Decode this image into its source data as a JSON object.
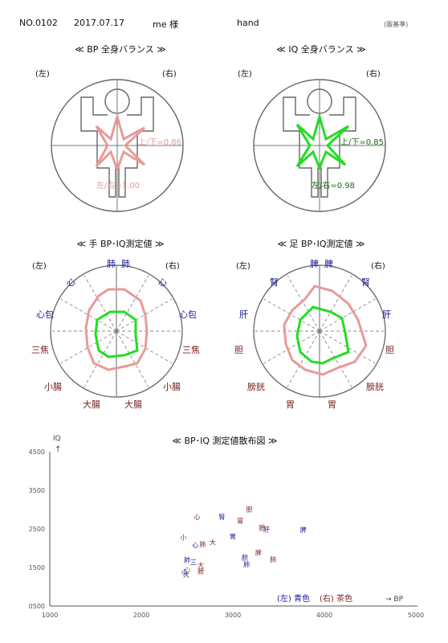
{
  "header": {
    "number": "NO.0102",
    "date": "2017.07.17",
    "name": "me 様",
    "mode": "hand",
    "note": "(贩基準)"
  },
  "balance": {
    "bp_title": "≪ BP 全身バランス ≫",
    "iq_title": "≪ IQ 全身バランス ≫",
    "left": "(左)",
    "right": "(右)",
    "bp_ud": "上/下=0.86",
    "bp_lr": "左/右=1.00",
    "iq_ud": "上/下=0.85",
    "iq_lr": "左/右=0.98",
    "bp_color": "#e89a9a",
    "iq_color": "#22dd22"
  },
  "hand": {
    "title": "≪ 手 BP･IQ測定値 ≫",
    "left": "(左)",
    "right": "(右)",
    "labels_left": [
      "肺",
      "心",
      "心包",
      "三焦",
      "小腸",
      "大腸"
    ],
    "labels_right": [
      "肺",
      "心",
      "心包",
      "三焦",
      "小腸",
      "大腸"
    ]
  },
  "foot": {
    "title": "≪ 足 BP･IQ測定値 ≫",
    "left": "(左)",
    "right": "(右)",
    "labels_left": [
      "脾",
      "腎",
      "肝",
      "胆",
      "膀胱",
      "胃"
    ],
    "labels_right": [
      "脾",
      "腎",
      "肝",
      "胆",
      "膀胱",
      "胃"
    ]
  },
  "scatter": {
    "title": "≪ BP･IQ 測定値散布図 ≫",
    "ylabel": "IQ",
    "ylabel_arrow": "↑",
    "xlabel": "→ BP",
    "legend_left": "(左) 青色",
    "legend_right": "(右) 茶色",
    "colors": {
      "left": "#1a1a99",
      "right": "#7a1f1f"
    },
    "xlim": [
      1000,
      5000
    ],
    "ylim": [
      500,
      4500
    ]
  },
  "chart_data": {
    "type": "scatter",
    "title": "≪ BP･IQ 測定値散布図 ≫",
    "xlabel": "→ BP",
    "ylabel": "IQ",
    "xlim": [
      1000,
      5000
    ],
    "ylim": [
      500,
      4500
    ],
    "xticks": [
      "1000",
      "2000",
      "3000",
      "4000",
      "5000"
    ],
    "yticks": [
      "0500",
      "1500",
      "2500",
      "3500",
      "4500"
    ],
    "series": [
      {
        "name": "(左) 青色",
        "points": [
          {
            "label": "腎",
            "x": 2880,
            "y": 2830
          },
          {
            "label": "肝",
            "x": 3370,
            "y": 2510
          },
          {
            "label": "脾",
            "x": 3770,
            "y": 2500
          },
          {
            "label": "胃",
            "x": 3000,
            "y": 2320
          },
          {
            "label": "心",
            "x": 2590,
            "y": 2100
          },
          {
            "label": "肺",
            "x": 2500,
            "y": 1720
          },
          {
            "label": "肺",
            "x": 3150,
            "y": 1600
          },
          {
            "label": "胆",
            "x": 3130,
            "y": 1780
          },
          {
            "label": "三",
            "x": 2570,
            "y": 1660
          },
          {
            "label": "小",
            "x": 2470,
            "y": 1410
          },
          {
            "label": "大",
            "x": 2490,
            "y": 1330
          }
        ]
      },
      {
        "name": "(右) 茶色",
        "points": [
          {
            "label": "胆",
            "x": 3180,
            "y": 3030
          },
          {
            "label": "心",
            "x": 2610,
            "y": 2830
          },
          {
            "label": "胃",
            "x": 3080,
            "y": 2730
          },
          {
            "label": "膀",
            "x": 3320,
            "y": 2550
          },
          {
            "label": "小",
            "x": 2460,
            "y": 2300
          },
          {
            "label": "肺",
            "x": 2670,
            "y": 2120
          },
          {
            "label": "大",
            "x": 2780,
            "y": 2180
          },
          {
            "label": "脾",
            "x": 3280,
            "y": 1910
          },
          {
            "label": "肺",
            "x": 3440,
            "y": 1730
          },
          {
            "label": "大",
            "x": 2650,
            "y": 1580
          },
          {
            "label": "膀",
            "x": 2650,
            "y": 1430
          },
          {
            "label": "心",
            "x": 2500,
            "y": 1460
          }
        ]
      }
    ]
  }
}
